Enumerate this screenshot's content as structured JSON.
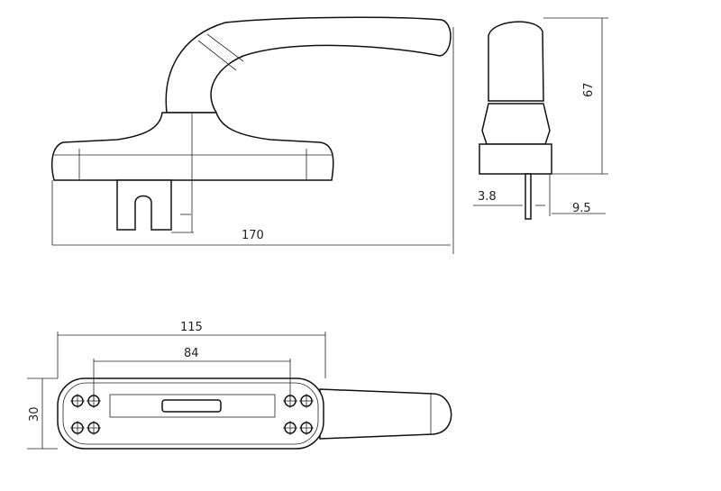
{
  "title": "Window handle technical drawing",
  "dimensions": {
    "overall_length": "170",
    "height": "67",
    "spindle": "3.8",
    "offset": "9.5",
    "rose_length": "115",
    "hole_spacing": "84",
    "rose_width": "30"
  }
}
